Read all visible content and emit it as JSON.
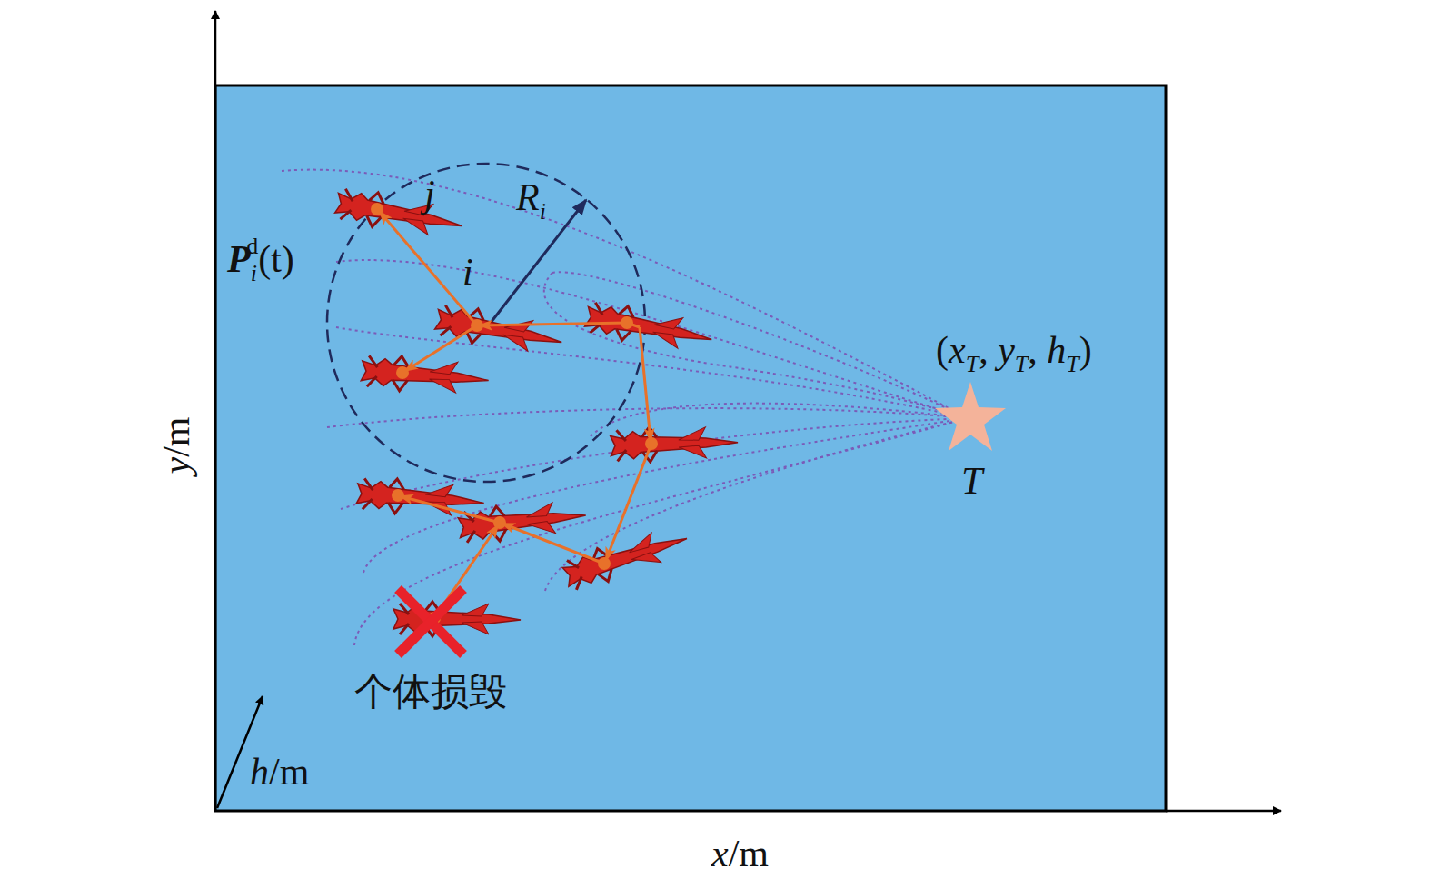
{
  "diagram": {
    "labels": [
      "y",
      "/m",
      "x",
      "/m",
      "h",
      "/m",
      "j",
      "R",
      "i",
      "i",
      "P",
      "i",
      "d",
      "(t)",
      "(",
      "x",
      "T",
      ",",
      "y",
      "T",
      ",",
      "h",
      "T",
      ")",
      "T",
      "个体损毁"
    ]
  }
}
